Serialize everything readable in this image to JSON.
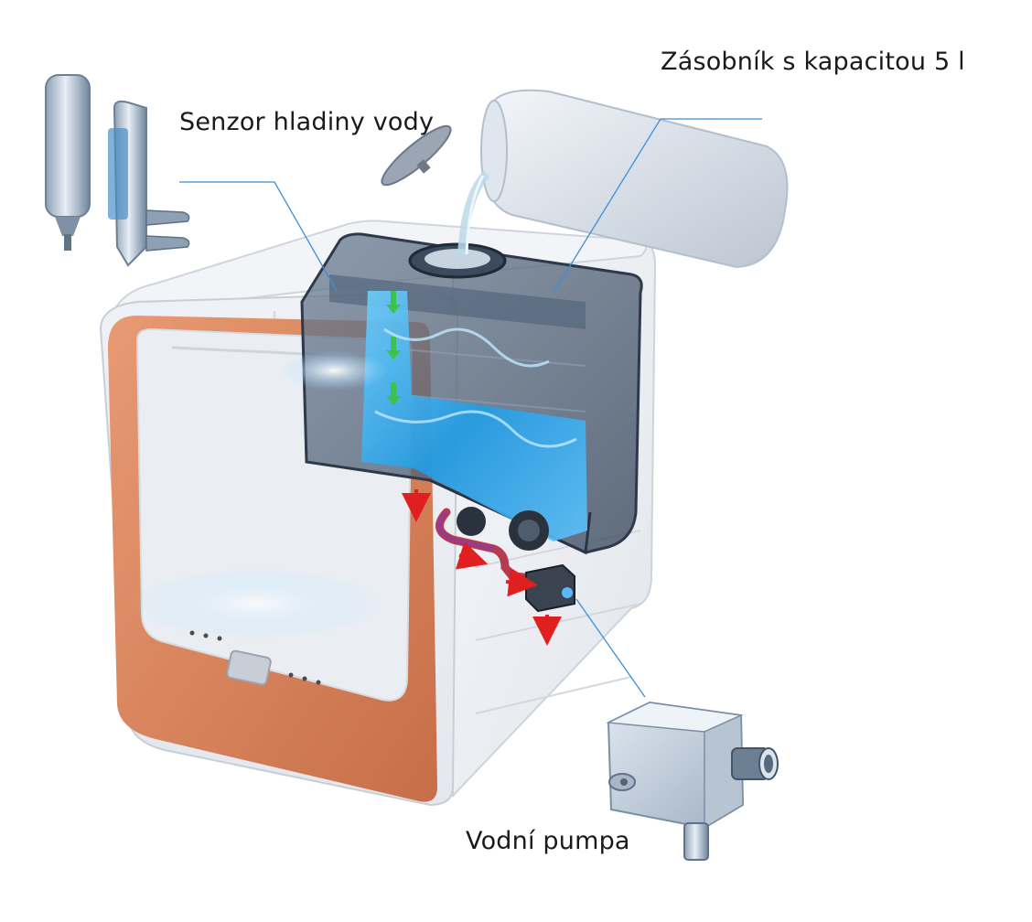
{
  "labels": {
    "sensor": "Senzor hladiny vody",
    "tank": "Zásobník s kapacitou 5 l",
    "pump": "Vodní pumpa"
  },
  "colors": {
    "water": "#2aa8f0",
    "door_frame": "#d9805a",
    "leader_line": "#3b8fd6",
    "arrow_red": "#e02020",
    "arrow_green": "#3cc14a",
    "pipe": "#c02040"
  },
  "icons": [
    "water-level-sensor",
    "tank-lid",
    "water-jug",
    "water-pump",
    "flow-arrow"
  ]
}
